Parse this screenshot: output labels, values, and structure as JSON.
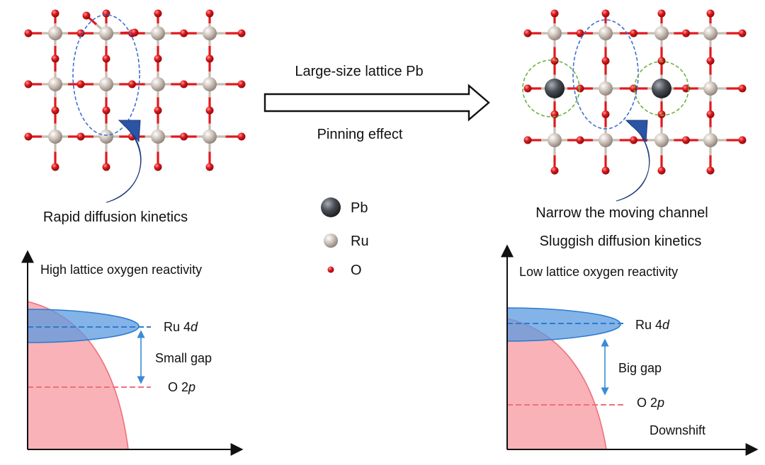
{
  "transition": {
    "top_label": "Large-size lattice Pb",
    "bottom_label": "Pinning effect"
  },
  "left_panel": {
    "caption": "Rapid diffusion kinetics",
    "plot_title": "High lattice oxygen reactivity",
    "ru_label_prefix": "Ru 4",
    "ru_label_italic": "d",
    "o_label_prefix": "O 2",
    "o_label_italic": "p",
    "gap_label": "Small gap"
  },
  "right_panel": {
    "caption_line1": "Narrow the moving channel",
    "caption_line2": "Sluggish diffusion kinetics",
    "plot_title": "Low lattice oxygen reactivity",
    "ru_label_prefix": "Ru 4",
    "ru_label_italic": "d",
    "o_label_prefix": "O 2",
    "o_label_italic": "p",
    "gap_label": "Big gap",
    "shift_label": "Downshift"
  },
  "legend": [
    {
      "key": "pb",
      "label": "Pb"
    },
    {
      "key": "ru",
      "label": "Ru"
    },
    {
      "key": "o",
      "label": "O"
    }
  ],
  "colors": {
    "oxygen": "#e0191d",
    "ruthenium": "#c8bcb2",
    "lead": "#4a4e55",
    "channel_outline": "#3f6fd1",
    "pb_outline": "#6bb23f",
    "curved_arrow": "#2c54a4",
    "pink_fill": "#f9b2b8",
    "pink_line": "#f0707b",
    "blue_fill": "#5b9ae0",
    "blue_line": "#2c7cd0",
    "gap_arrow": "#3a8ad8"
  }
}
